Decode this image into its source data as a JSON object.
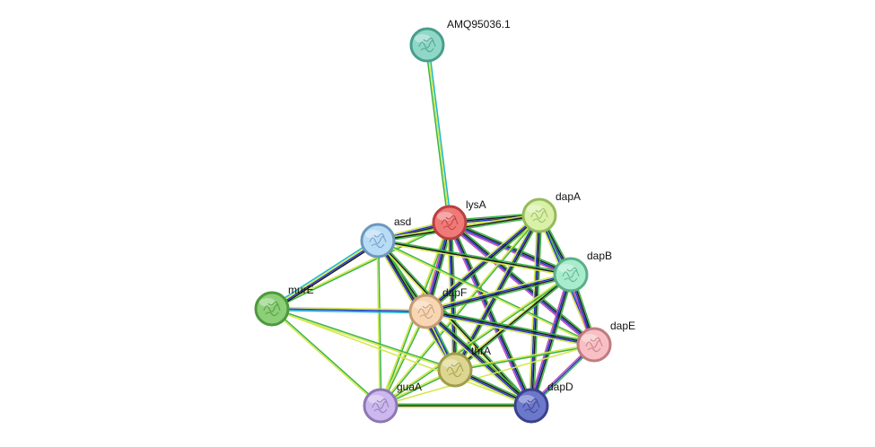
{
  "network": {
    "edge_channel_colors": [
      "#3bb44a",
      "#1a1a1a",
      "#2233cc",
      "#d4e84a",
      "#19b6d1",
      "#c44fb5"
    ],
    "nodes": [
      {
        "id": "AMQ95036.1",
        "label": "AMQ95036.1",
        "fill": "#8fd8c8",
        "ring": "#4a9d8c"
      },
      {
        "id": "lysA",
        "label": "lysA",
        "fill": "#f07a78",
        "ring": "#b84040"
      },
      {
        "id": "dapA",
        "label": "dapA",
        "fill": "#d9f0a8",
        "ring": "#96ba5c"
      },
      {
        "id": "asd",
        "label": "asd",
        "fill": "#b8dcf6",
        "ring": "#6c98bc"
      },
      {
        "id": "dapB",
        "label": "dapB",
        "fill": "#a8ecce",
        "ring": "#5cae88"
      },
      {
        "id": "murE",
        "label": "murE",
        "fill": "#8ccf78",
        "ring": "#4c9a3c"
      },
      {
        "id": "dapF",
        "label": "dapF",
        "fill": "#f8d6b4",
        "ring": "#c49a74"
      },
      {
        "id": "dapE",
        "label": "dapE",
        "fill": "#f8c0c4",
        "ring": "#c07c80"
      },
      {
        "id": "thrA",
        "label": "thrA",
        "fill": "#ddd690",
        "ring": "#a09c4c"
      },
      {
        "id": "guaA",
        "label": "guaA",
        "fill": "#ccb8ee",
        "ring": "#8c78b4"
      },
      {
        "id": "dapD",
        "label": "dapD",
        "fill": "#6c78cc",
        "ring": "#3a428c"
      }
    ],
    "edges": [
      {
        "source": "AMQ95036.1",
        "target": "lysA",
        "channels": [
          4,
          3,
          0
        ]
      },
      {
        "source": "lysA",
        "target": "dapA",
        "channels": [
          0,
          1,
          2,
          3
        ]
      },
      {
        "source": "lysA",
        "target": "asd",
        "channels": [
          0,
          1,
          2,
          3
        ]
      },
      {
        "source": "lysA",
        "target": "dapB",
        "channels": [
          0,
          1,
          2,
          5
        ]
      },
      {
        "source": "lysA",
        "target": "dapF",
        "channels": [
          0,
          1,
          2,
          5,
          3
        ]
      },
      {
        "source": "lysA",
        "target": "dapE",
        "channels": [
          0,
          1,
          2,
          5
        ]
      },
      {
        "source": "lysA",
        "target": "thrA",
        "channels": [
          0,
          1,
          2,
          3
        ]
      },
      {
        "source": "lysA",
        "target": "guaA",
        "channels": [
          0,
          3
        ]
      },
      {
        "source": "lysA",
        "target": "dapD",
        "channels": [
          0,
          1,
          2,
          5
        ]
      },
      {
        "source": "lysA",
        "target": "murE",
        "channels": [
          0,
          3
        ]
      },
      {
        "source": "dapA",
        "target": "asd",
        "channels": [
          0,
          1,
          3
        ]
      },
      {
        "source": "dapA",
        "target": "dapB",
        "channels": [
          0,
          1,
          2,
          3
        ]
      },
      {
        "source": "dapA",
        "target": "dapF",
        "channels": [
          0,
          1,
          2,
          3
        ]
      },
      {
        "source": "dapA",
        "target": "dapE",
        "channels": [
          0,
          2,
          3
        ]
      },
      {
        "source": "dapA",
        "target": "thrA",
        "channels": [
          0,
          1,
          2,
          3
        ]
      },
      {
        "source": "dapA",
        "target": "guaA",
        "channels": [
          0,
          3
        ]
      },
      {
        "source": "dapA",
        "target": "dapD",
        "channels": [
          0,
          1,
          2,
          3
        ]
      },
      {
        "source": "asd",
        "target": "dapB",
        "channels": [
          0,
          1,
          3
        ]
      },
      {
        "source": "asd",
        "target": "dapF",
        "channels": [
          0,
          1,
          3
        ]
      },
      {
        "source": "asd",
        "target": "dapE",
        "channels": [
          0,
          3
        ]
      },
      {
        "source": "asd",
        "target": "thrA",
        "channels": [
          0,
          1,
          2,
          3
        ]
      },
      {
        "source": "asd",
        "target": "guaA",
        "channels": [
          0,
          3
        ]
      },
      {
        "source": "asd",
        "target": "dapD",
        "channels": [
          0,
          1,
          3
        ]
      },
      {
        "source": "asd",
        "target": "murE",
        "channels": [
          1,
          2,
          3,
          4
        ]
      },
      {
        "source": "dapB",
        "target": "dapF",
        "channels": [
          0,
          1,
          2,
          3
        ]
      },
      {
        "source": "dapB",
        "target": "dapE",
        "channels": [
          0,
          1,
          2,
          5
        ]
      },
      {
        "source": "dapB",
        "target": "thrA",
        "channels": [
          0,
          1,
          3
        ]
      },
      {
        "source": "dapB",
        "target": "guaA",
        "channels": [
          0,
          3
        ]
      },
      {
        "source": "dapB",
        "target": "dapD",
        "channels": [
          0,
          1,
          2,
          5
        ]
      },
      {
        "source": "dapF",
        "target": "dapE",
        "channels": [
          0,
          1,
          2,
          3
        ]
      },
      {
        "source": "dapF",
        "target": "thrA",
        "channels": [
          0,
          2,
          3
        ]
      },
      {
        "source": "dapF",
        "target": "guaA",
        "channels": [
          0,
          3
        ]
      },
      {
        "source": "dapF",
        "target": "dapD",
        "channels": [
          0,
          1,
          2,
          3
        ]
      },
      {
        "source": "dapF",
        "target": "murE",
        "channels": [
          4,
          2,
          3
        ]
      },
      {
        "source": "dapE",
        "target": "thrA",
        "channels": [
          0,
          3
        ]
      },
      {
        "source": "dapE",
        "target": "dapD",
        "channels": [
          0,
          2,
          5
        ]
      },
      {
        "source": "dapE",
        "target": "guaA",
        "channels": [
          3
        ]
      },
      {
        "source": "thrA",
        "target": "guaA",
        "channels": [
          0,
          3
        ]
      },
      {
        "source": "thrA",
        "target": "dapD",
        "channels": [
          0,
          1,
          2,
          3
        ]
      },
      {
        "source": "thrA",
        "target": "murE",
        "channels": [
          3,
          0
        ]
      },
      {
        "source": "guaA",
        "target": "dapD",
        "channels": [
          0,
          1,
          3
        ]
      },
      {
        "source": "guaA",
        "target": "murE",
        "channels": [
          3,
          0
        ]
      },
      {
        "source": "murE",
        "target": "dapD",
        "channels": [
          3
        ]
      }
    ]
  }
}
